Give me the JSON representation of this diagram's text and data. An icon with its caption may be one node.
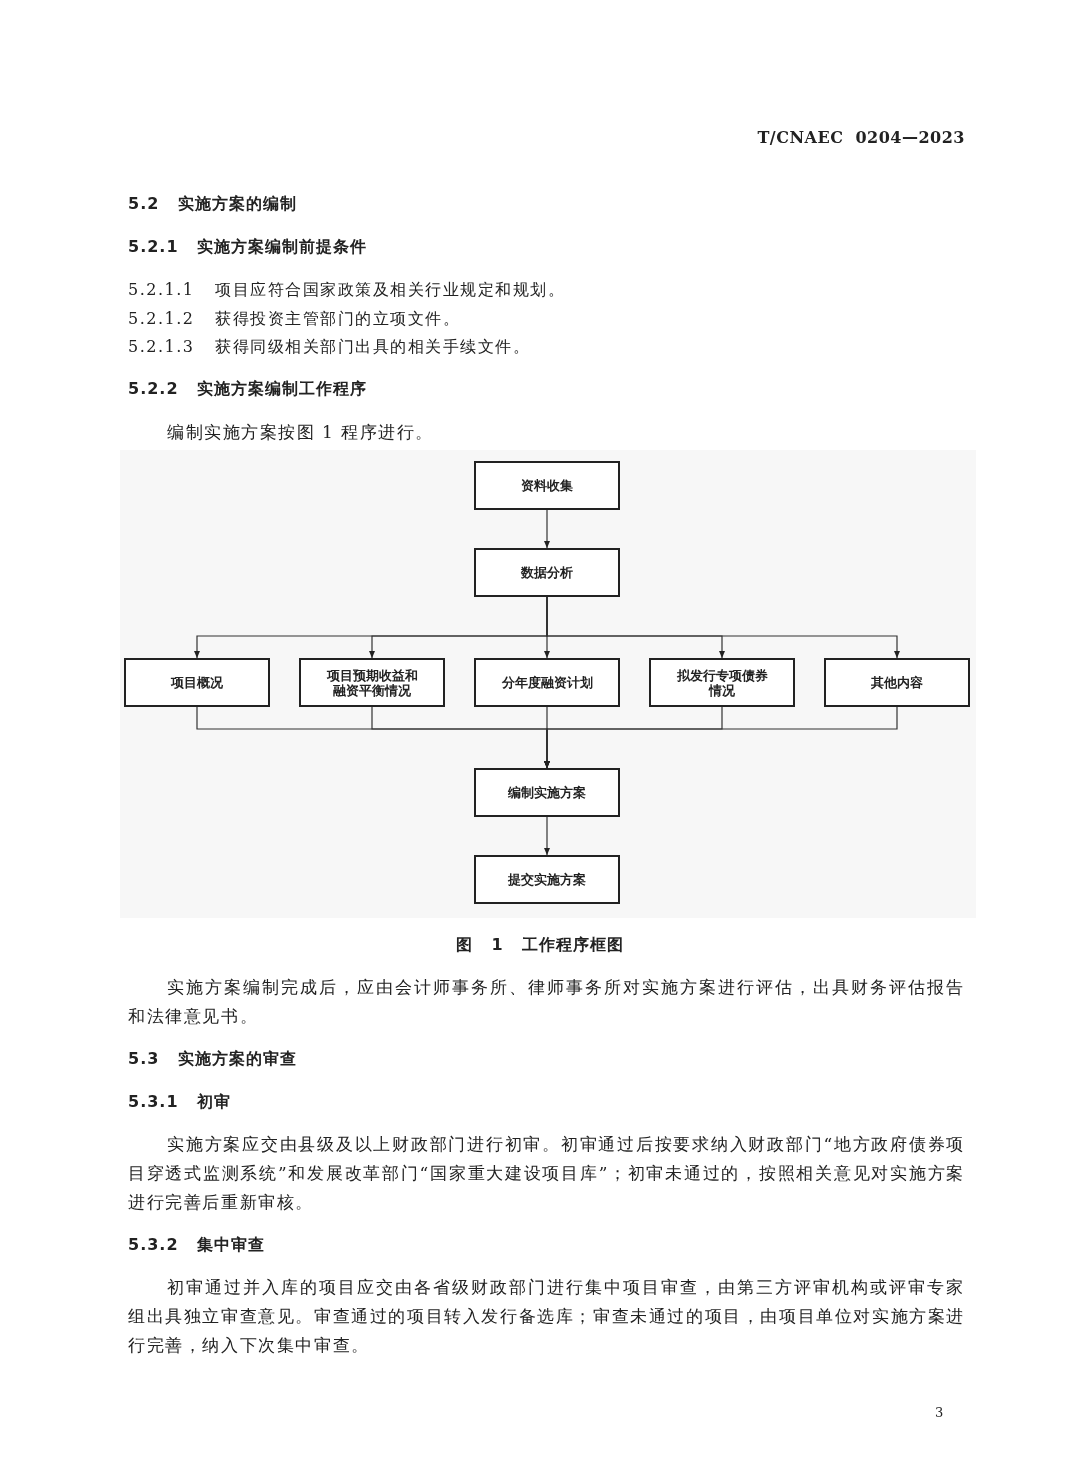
{
  "diagram": {
    "caption": "图 1 工作程序框图",
    "nodes": [
      {
        "text": [
          "资料收集"
        ]
      },
      {
        "text": [
          "数据分析"
        ]
      },
      {
        "text": [
          "项目概况"
        ]
      },
      {
        "text": [
          "项目预期收益和融资平衡情况"
        ]
      },
      {
        "text": [
          "分年度融资计划"
        ]
      },
      {
        "text": [
          "拟发行专项债券情况"
        ]
      },
      {
        "text": [
          "其他内容"
        ]
      },
      {
        "text": [
          "编制实施方案"
        ]
      },
      {
        "text": [
          "提交实施方案"
        ]
      }
    ],
    "edges": [
      {
        "from": 0,
        "to": 1,
        "arrow": "to"
      },
      {
        "from": 1,
        "to": 2,
        "arrow": "to"
      },
      {
        "from": 1,
        "to": 3,
        "arrow": "to"
      },
      {
        "from": 1,
        "to": 4,
        "arrow": "to"
      },
      {
        "from": 1,
        "to": 5,
        "arrow": "to"
      },
      {
        "from": 1,
        "to": 6,
        "arrow": "to"
      },
      {
        "from": 2,
        "to": 7,
        "arrow": "to"
      },
      {
        "from": 3,
        "to": 7,
        "arrow": "to"
      },
      {
        "from": 4,
        "to": 7,
        "arrow": "to"
      },
      {
        "from": 5,
        "to": 7,
        "arrow": "to"
      },
      {
        "from": 6,
        "to": 7,
        "arrow": "to"
      },
      {
        "from": 7,
        "to": 8,
        "arrow": "to"
      }
    ],
    "labels": [
      "T/CNAEC 0204—2023",
      "5.2 实施方案的编制",
      "5.2.1 实施方案编制前提条件",
      "5.2.1.1 项目应符合国家政策及相关行业规定和规划。",
      "5.2.1.2 获得投资主管部门的立项文件。",
      "5.2.1.3 获得同级相关部门出具的相关手续文件。",
      "5.2.2 实施方案编制工作程序",
      "编制实施方案按图 1 程序进行。",
      "实施方案编制完成后，应由会计师事务所、律师事务所对实施方案进行评估，出具财务评估报告和法律意见书。",
      "5.3 实施方案的审查",
      "5.3.1 初审",
      "实施方案应交由县级及以上财政部门进行初审。初审通过后按要求纳入财政部门“地方政府债券项目穿透式监测系统”和发展改革部门“国家重大建设项目库”；初审未通过的，按照相关意见对实施方案进行完善后重新审核。",
      "5.3.2 集中审查",
      "初审通过并入库的项目应交由各省级财政部门进行集中项目审查，由第三方评审机构或评审专家组出具独立审查意见。审查通过的项目转入发行备选库；审查未通过的项目，由项目单位对实施方案进行完善，纳入下次集中审查。",
      "3"
    ]
  }
}
